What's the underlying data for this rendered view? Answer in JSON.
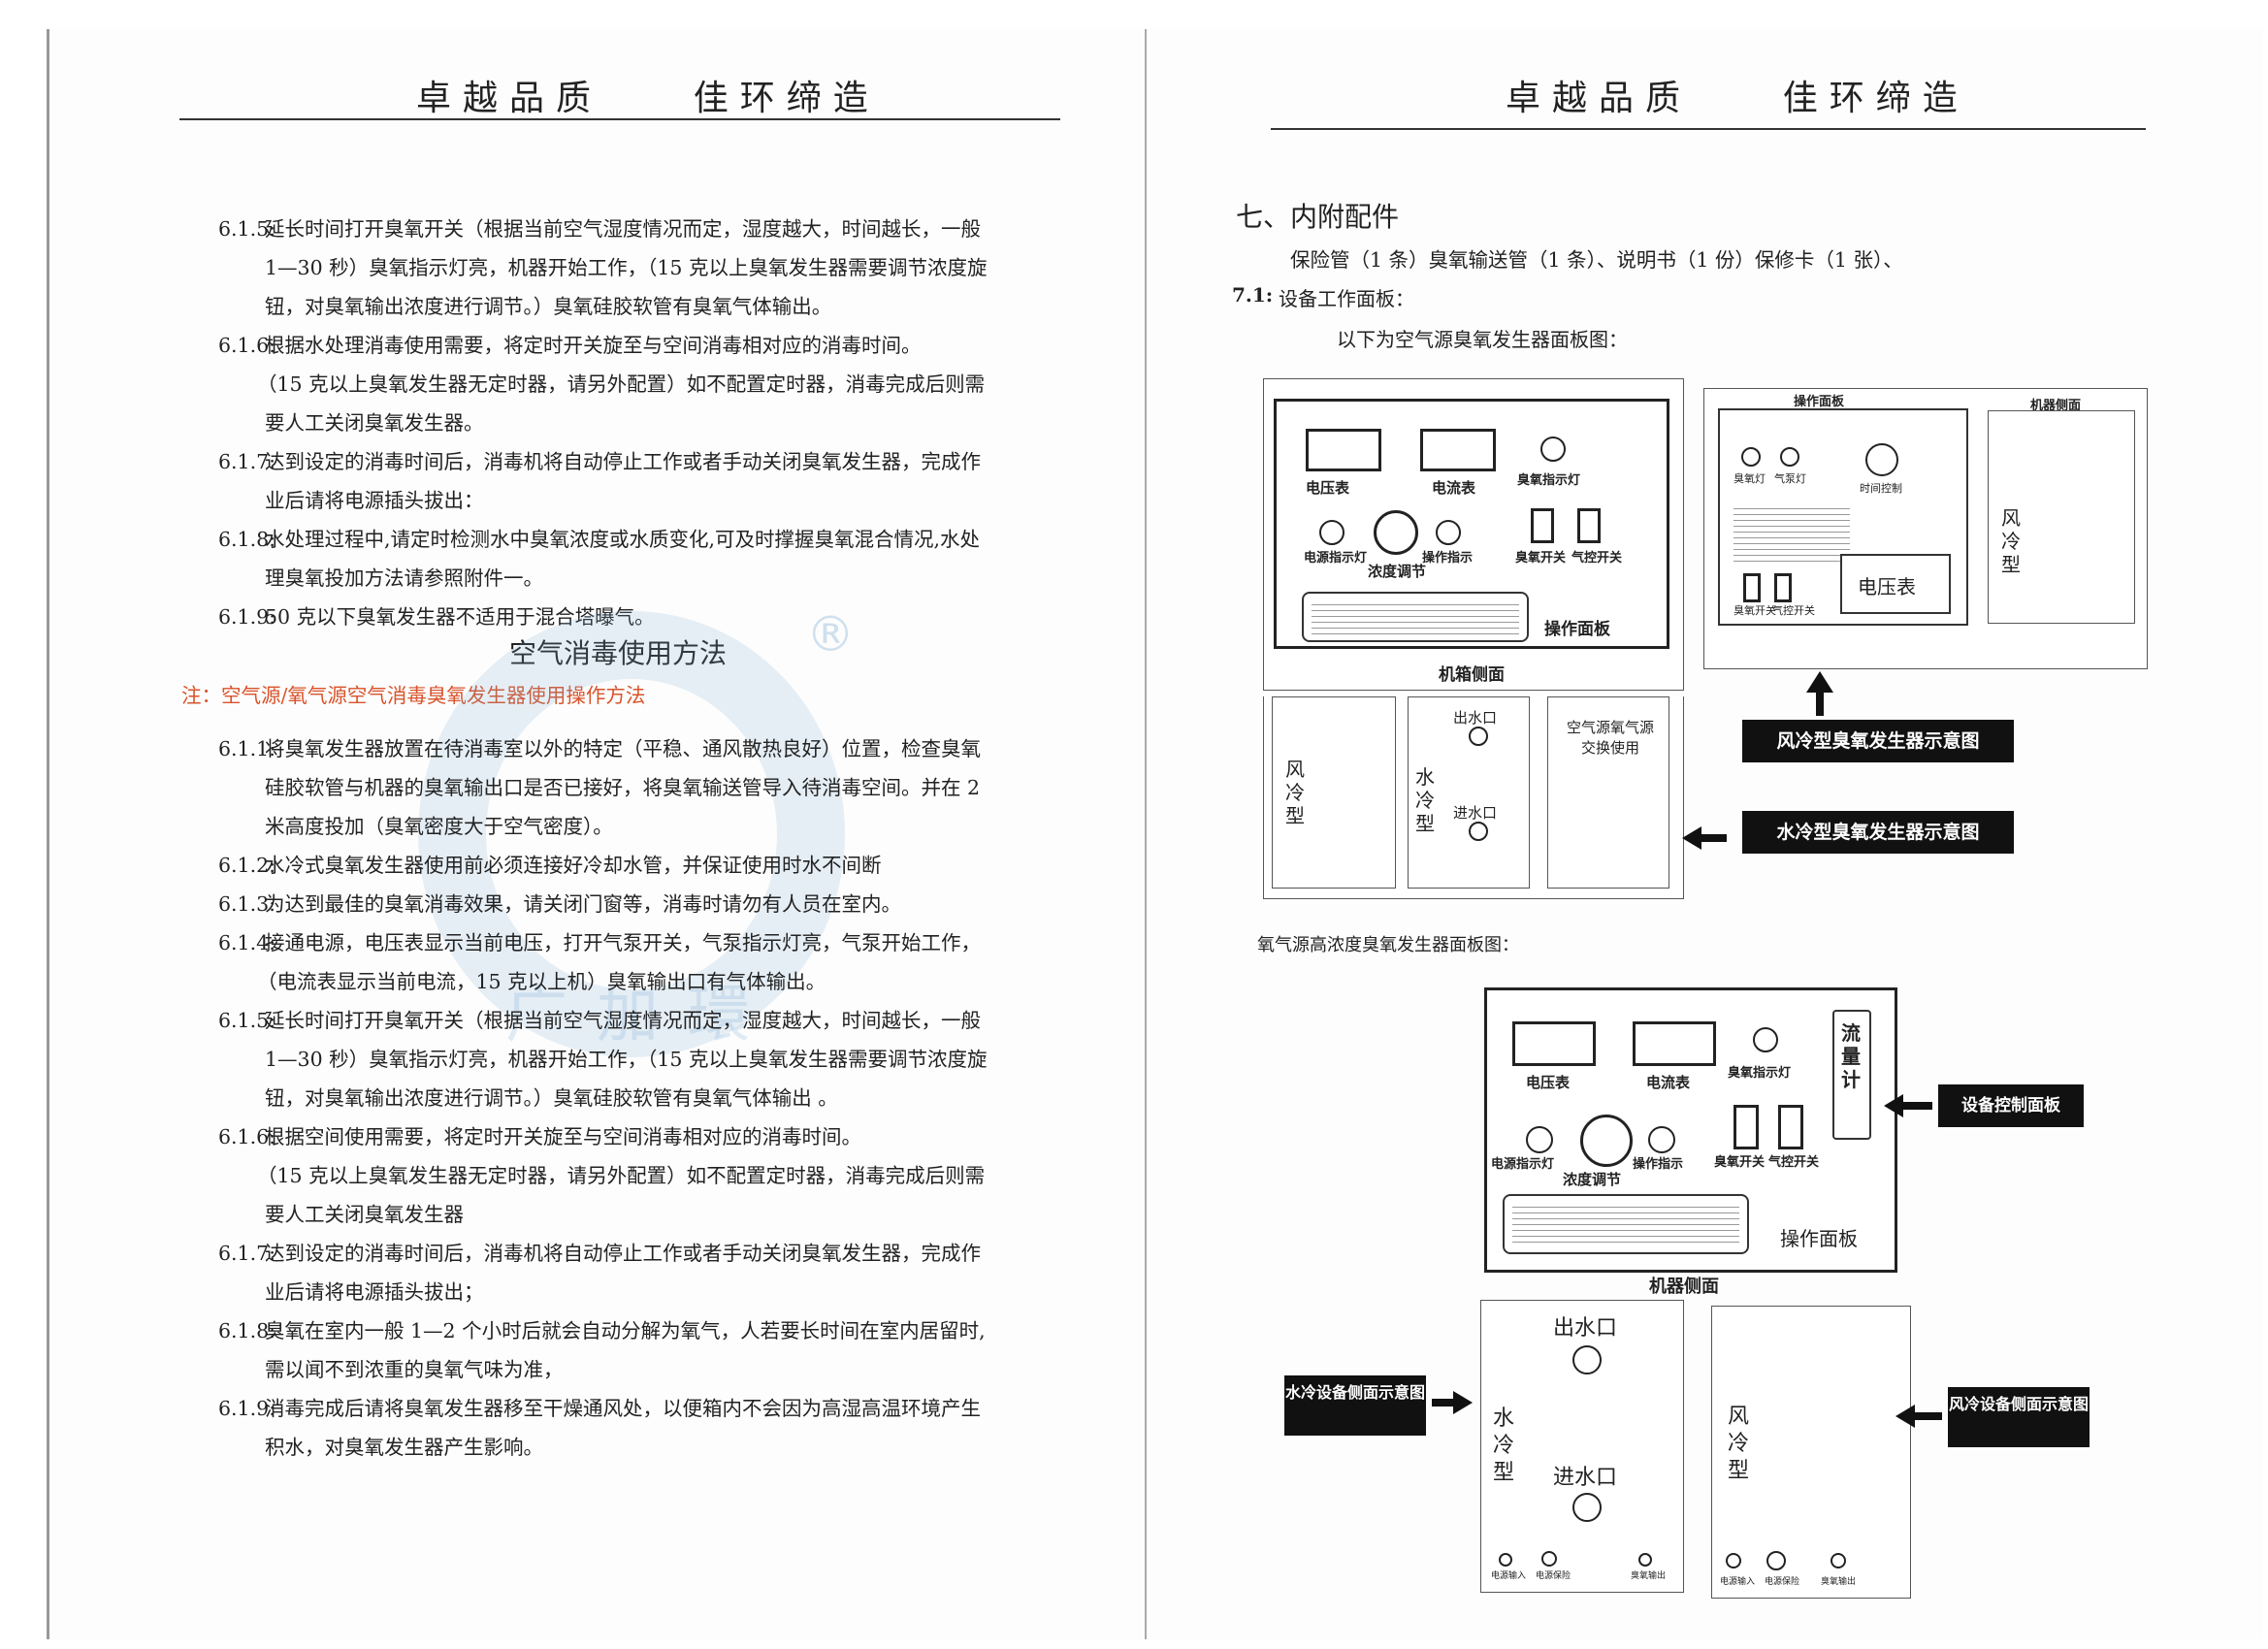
{
  "header": "卓越品质    佳环缔造",
  "left": {
    "paras_top": [
      {
        "num": "6.1.5:",
        "lines": [
          "延长时间打开臭氧开关（根据当前空气湿度情况而定，湿度越大，时间越长，一般",
          "1—30 秒）臭氧指示灯亮，机器开始工作，（15 克以上臭氧发生器需要调节浓度旋",
          "钮，对臭氧输出浓度进行调节。）臭氧硅胶软管有臭氧气体输出。"
        ]
      },
      {
        "num": "6.1.6:",
        "lines": [
          "根据水处理消毒使用需要，将定时开关旋至与空间消毒相对应的消毒时间。",
          "（15 克以上臭氧发生器无定时器，请另外配置）如不配置定时器，消毒完成后则需",
          "要人工关闭臭氧发生器。"
        ]
      },
      {
        "num": "6.1.7:",
        "lines": [
          "达到设定的消毒时间后，消毒机将自动停止工作或者手动关闭臭氧发生器，完成作",
          "业后请将电源插头拔出："
        ]
      },
      {
        "num": "6.1.8:",
        "lines": [
          "水处理过程中,请定时检测水中臭氧浓度或水质变化,可及时撑握臭氧混合情况,水处",
          "理臭氧投加方法请参照附件一。"
        ]
      },
      {
        "num": "6.1.9:",
        "lines": [
          "50 克以下臭氧发生器不适用于混合塔曝气。"
        ]
      }
    ],
    "section_title": "空气消毒使用方法",
    "note": "注：空气源/氧气源空气消毒臭氧发生器使用操作方法",
    "paras_bottom": [
      {
        "num": "6.1.1:",
        "lines": [
          "将臭氧发生器放置在待消毒室以外的特定（平稳、通风散热良好）位置，检查臭氧",
          "硅胶软管与机器的臭氧输出口是否已接好，将臭氧输送管导入待消毒空间。并在 2",
          "米高度投加（臭氧密度大于空气密度）。"
        ]
      },
      {
        "num": "6.1.2:",
        "lines": [
          "水冷式臭氧发生器使用前必须连接好冷却水管，并保证使用时水不间断"
        ]
      },
      {
        "num": "6.1.3:",
        "lines": [
          "为达到最佳的臭氧消毒效果，请关闭门窗等，消毒时请勿有人员在室内。"
        ]
      },
      {
        "num": "6.1.4:",
        "lines": [
          "接通电源，电压表显示当前电压，打开气泵开关，气泵指示灯亮，气泵开始工作，",
          "（电流表显示当前电流，15 克以上机）臭氧输出口有气体输出。"
        ]
      },
      {
        "num": "6.1.5:",
        "lines": [
          "延长时间打开臭氧开关（根据当前空气湿度情况而定，湿度越大，时间越长，一般",
          "1—30 秒）臭氧指示灯亮，机器开始工作，（15 克以上臭氧发生器需要调节浓度旋",
          "钮，对臭氧输出浓度进行调节。）臭氧硅胶软管有臭氧气体输出 。"
        ]
      },
      {
        "num": "6.1.6:",
        "lines": [
          "根据空间使用需要，将定时开关旋至与空间消毒相对应的消毒时间。",
          "（15 克以上臭氧发生器无定时器，请另外配置）如不配置定时器，消毒完成后则需",
          "要人工关闭臭氧发生器"
        ]
      },
      {
        "num": "6.1.7:",
        "lines": [
          "达到设定的消毒时间后，消毒机将自动停止工作或者手动关闭臭氧发生器，完成作",
          "业后请将电源插头拔出；"
        ]
      },
      {
        "num": "6.1.8:",
        "lines": [
          "臭氧在室内一般 1—2 个小时后就会自动分解为氧气，人若要长时间在室内居留时,",
          "需以闻不到浓重的臭氧气味为准，"
        ]
      },
      {
        "num": "6.1.9:",
        "lines": [
          "消毒完成后请将臭氧发生器移至干燥通风处，以便箱内不会因为高湿高温环境产生",
          "积水，对臭氧发生器产生影响。"
        ]
      }
    ],
    "watermark_reg": "®",
    "watermark_text": "广加環"
  },
  "right": {
    "section_title": "七、内附配件",
    "accessories": "保险管（1 条）臭氧输送管（1 条）、说明书（1 份）保修卡（1 张）、",
    "sub_71_num": "7.1:",
    "sub_71": "设备工作面板：",
    "air_intro": "以下为空气源臭氧发生器面板图：",
    "panel1": {
      "voltmeter": "电压表",
      "ammeter": "电流表",
      "ozone_light": "臭氧指示灯",
      "power_light": "电源指示灯",
      "op_light": "操作指示",
      "conc": "浓度调节",
      "ozone_switch": "臭氧开关",
      "pump_switch": "气控开关",
      "panel_label": "操作面板",
      "side_label": "机箱侧面"
    },
    "panel2": {
      "title": "操作面板",
      "ozone_lamp": "臭氧灯",
      "pump_lamp": "气泵灯",
      "timer": "时间控制",
      "ozone_switch": "臭氧开关",
      "pump_switch": "气控开关",
      "voltmeter": "电压表"
    },
    "side_right_title": "机器侧面",
    "air_cool": "风冷型",
    "water_cool": "水冷型",
    "outlet": "出水口",
    "inlet": "进水口",
    "air_source_text": "空气源氧气源交换使用",
    "port_labels": [
      "电源输入",
      "电源保险",
      "臭氧输出"
    ],
    "callout_air": "风冷型臭氧发生器示意图",
    "callout_water": "水冷型臭氧发生器示意图",
    "oxygen_intro": "氧气源高浓度臭氧发生器面板图：",
    "panel3": {
      "voltmeter": "电压表",
      "ammeter": "电流表",
      "ozone_light": "臭氧指示灯",
      "flow": "流量计",
      "power_light": "电源指示灯",
      "op_light": "操作指示",
      "conc": "浓度调节",
      "ozone_switch": "臭氧开关",
      "pump_switch": "气控开关",
      "panel_label": "操作面板",
      "side_label": "机器侧面"
    },
    "callout_control": "设备控制面板",
    "callout_water_side": "水冷设备侧面示意图",
    "callout_air_side": "风冷设备侧面示意图"
  }
}
